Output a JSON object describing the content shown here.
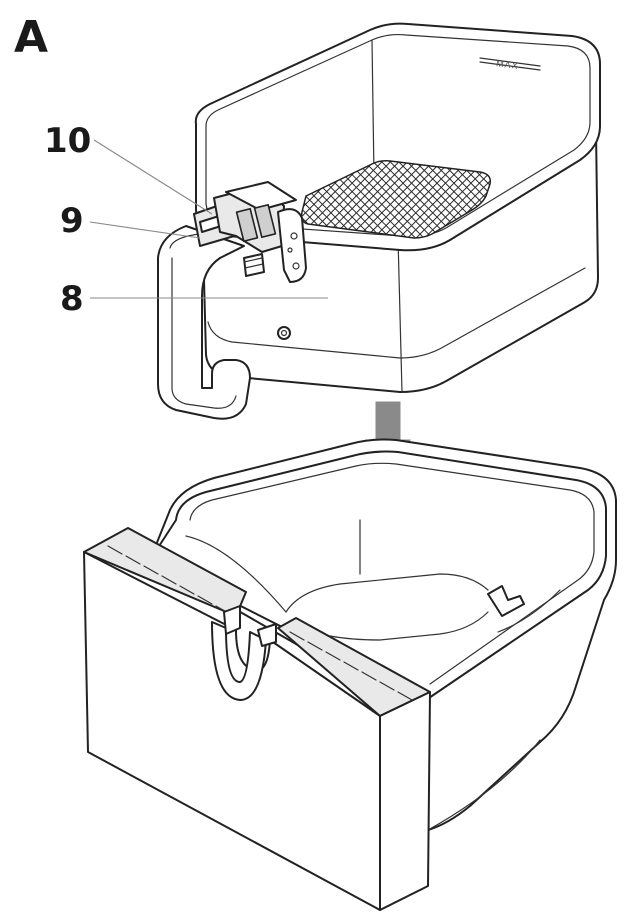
{
  "figure": {
    "letter": "A"
  },
  "callouts": [
    {
      "number": "10"
    },
    {
      "number": "9"
    },
    {
      "number": "8"
    }
  ],
  "basket": {
    "fill_mark": "MAX"
  },
  "colors": {
    "line": "#222222",
    "arrow": "#8a8a8a",
    "shade": "#e9e9e9",
    "mesh": "#2a2a2a"
  },
  "icons": [
    "down-arrow-icon"
  ]
}
